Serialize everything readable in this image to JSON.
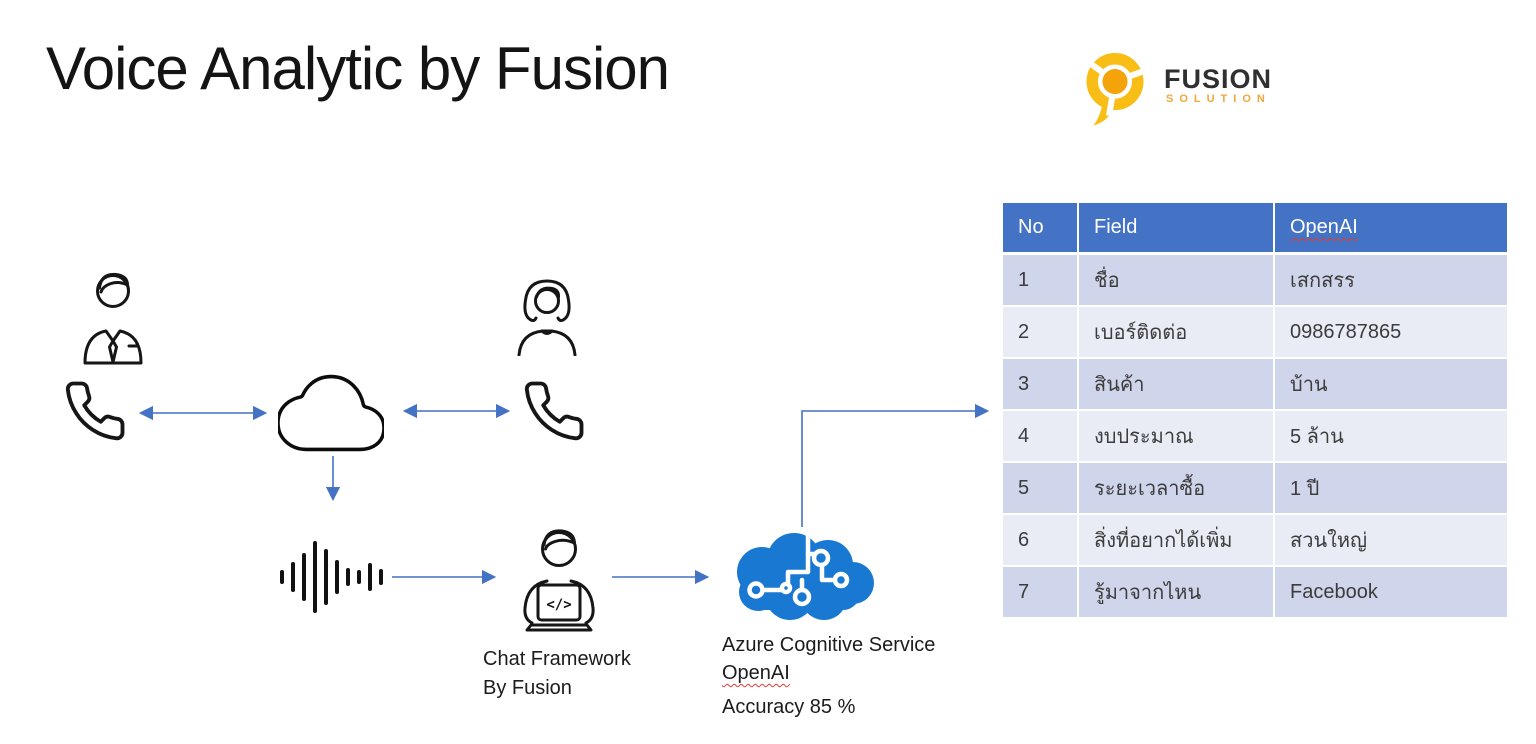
{
  "slide": {
    "title": "Voice Analytic by Fusion",
    "background_color": "#FFFFFF"
  },
  "logo": {
    "brand": "FUSION",
    "sub_brand": "SOLUTION",
    "mark_ring_color": "#F9BE16",
    "mark_core_color": "#F5A30B",
    "brand_text_color": "#303030",
    "sub_brand_color": "#F2A63B"
  },
  "diagram": {
    "arrow_color": "#4472C4",
    "icon_stroke_color": "#161616",
    "azure_brain_color": "#1878D2",
    "icons": {
      "caller_male": "businessman-line-icon",
      "caller_female": "woman-line-icon",
      "phone": "handset-line-icon",
      "cloud": "cloud-outline-icon",
      "waveform": "audio-waveform-icon",
      "developer": "person-with-laptop-icon",
      "azure_brain": "circuit-brain-icon"
    },
    "developer_code_glyph": "</>",
    "labels": {
      "chat_framework_line1": "Chat Framework",
      "chat_framework_line2": "By Fusion",
      "azure_line1": "Azure Cognitive Service",
      "azure_line2": "OpenAI",
      "azure_accuracy": "Accuracy 85 %"
    }
  },
  "table": {
    "header_bg": "#4472C4",
    "header_text_color": "#FFFFFF",
    "row_bg_odd": "#CFD5EA",
    "row_bg_even": "#E9EBF5",
    "cell_text_color": "#3C3C3C",
    "headers": [
      "No",
      "Field",
      "OpenAI"
    ],
    "rows": [
      [
        "1",
        "ชื่อ",
        "เสกสรร"
      ],
      [
        "2",
        "เบอร์ติดต่อ",
        "0986787865"
      ],
      [
        "3",
        "สินค้า",
        "บ้าน"
      ],
      [
        "4",
        "งบประมาณ",
        "5 ล้าน"
      ],
      [
        "5",
        "ระยะเวลาซื้อ",
        "1 ปี"
      ],
      [
        "6",
        "สิ่งที่อยากได้เพิ่ม",
        "สวนใหญ่"
      ],
      [
        "7",
        "รู้มาจากไหน",
        "Facebook"
      ]
    ]
  }
}
